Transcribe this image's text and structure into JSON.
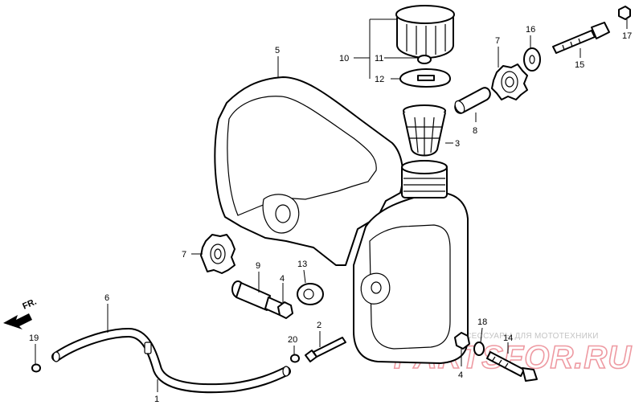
{
  "labels": {
    "l1": "1",
    "l2": "2",
    "l3": "3",
    "l4a": "4",
    "l4b": "4",
    "l5": "5",
    "l6": "6",
    "l7a": "7",
    "l7b": "7",
    "l8": "8",
    "l9": "9",
    "l10": "10",
    "l11": "11",
    "l12": "12",
    "l13": "13",
    "l14": "14",
    "l15": "15",
    "l16": "16",
    "l17": "17",
    "l18": "18",
    "l19": "19",
    "l20": "20"
  },
  "direction": {
    "text": "FR."
  },
  "watermark": {
    "tagline": "ЗАПЧАСТИ И АКСЕССУАРЫ ДЛЯ МОТОТЕХНИКИ",
    "brand": "PARTSFOR.RU",
    "color": "#ee9aa2"
  },
  "icons": {
    "tank": "fuel-tank-icon",
    "cap": "fuel-cap-icon",
    "filter": "fuel-filter-icon",
    "hose": "fuel-hose-icon",
    "arrow": "front-arrow-icon"
  }
}
